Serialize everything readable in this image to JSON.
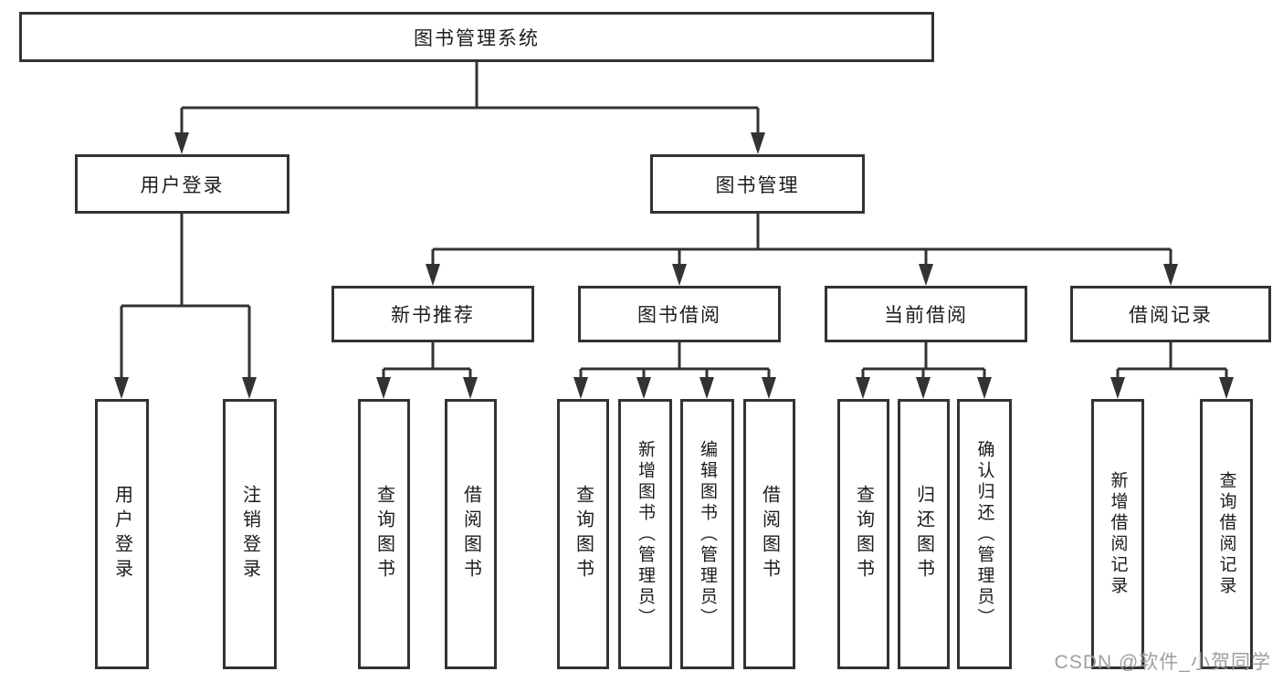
{
  "diagram": {
    "root": {
      "label": "图书管理系统"
    },
    "level2": [
      {
        "label": "用户登录"
      },
      {
        "label": "图书管理"
      }
    ],
    "level3": [
      {
        "label": "新书推荐"
      },
      {
        "label": "图书借阅"
      },
      {
        "label": "当前借阅"
      },
      {
        "label": "借阅记录"
      }
    ],
    "leaves": {
      "user_login": [
        "用户登录",
        "注销登录"
      ],
      "new_books": [
        "查询图书",
        "借阅图书"
      ],
      "book_borrowing": [
        "查询图书",
        "新增图书（管理员）",
        "编辑图书（管理员）",
        "借阅图书"
      ],
      "current_borrowing": [
        "查询图书",
        "归还图书",
        "确认归还（管理员）"
      ],
      "borrowing_records": [
        "新增借阅记录",
        "查询借阅记录"
      ]
    }
  },
  "watermark": {
    "text": "CSDN @软件_小贺同学"
  },
  "colors": {
    "line": "#333333",
    "text": "#1c1c1c",
    "watermark": "#9a9a9a",
    "background": "#ffffff"
  }
}
